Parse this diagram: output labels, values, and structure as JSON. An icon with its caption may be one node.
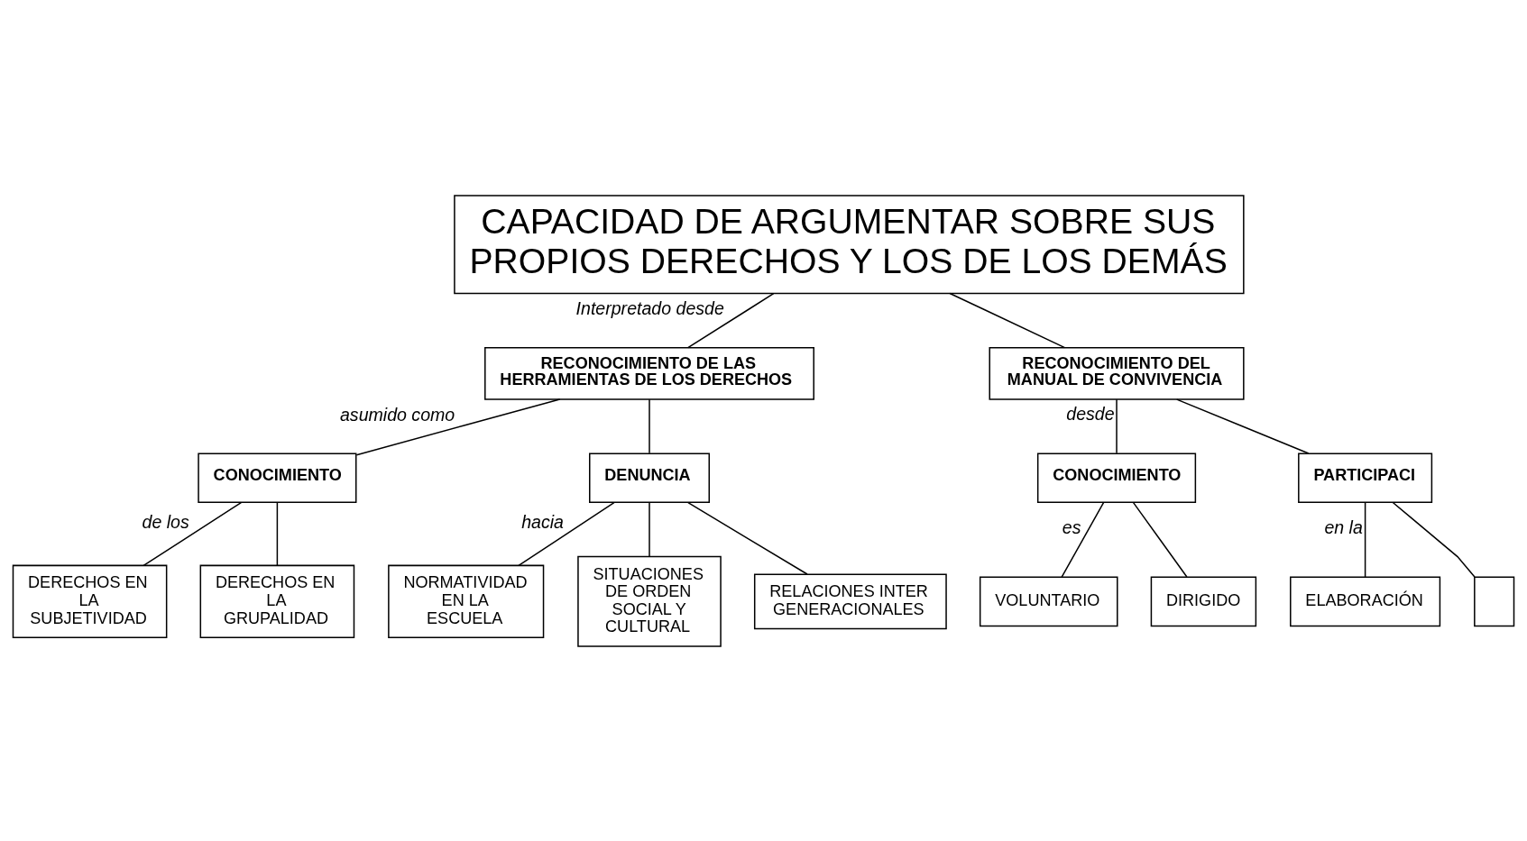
{
  "diagram": {
    "nodes": [
      {
        "text": [
          "CAPACIDAD DE ARGUMENTAR SOBRE SUS PROPIOS DERECHOS Y LOS DE LOS DEMÁS"
        ]
      },
      {
        "text": [
          "RECONOCIMIENTO DE LAS HERRAMIENTAS DE LOS DERECHOS"
        ]
      },
      {
        "text": [
          "RECONOCIMIENTO DEL MANUAL DE CONVIVENCIA"
        ]
      },
      {
        "text": [
          "CONOCIMIENTO"
        ]
      },
      {
        "text": [
          "DENUNCIA"
        ]
      },
      {
        "text": [
          "CONOCIMIENTO"
        ]
      },
      {
        "text": [
          "PARTICIPACI"
        ]
      },
      {
        "text": [
          "DERECHOS EN LA SUBJETIVIDAD"
        ]
      },
      {
        "text": [
          "DERECHOS EN LA GRUPALIDAD"
        ]
      },
      {
        "text": [
          "NORMATIVIDAD EN LA ESCUELA"
        ]
      },
      {
        "text": [
          "SITUACIONES DE ORDEN SOCIAL Y CULTURAL"
        ]
      },
      {
        "text": [
          "ELABORACIÓN"
        ]
      },
      {
        "text": [],
        "shape": "box"
      },
      {
        "text": [
          "VOLUNTARIO"
        ]
      },
      {
        "text": [
          "DIRIGIDO"
        ]
      },
      {
        "text": [
          "RELACIONES INTERGENERACIONALES"
        ]
      }
    ],
    "edges": [
      {
        "from": 0,
        "to": 1,
        "arrow": "none",
        "label": "Interpretado desde"
      },
      {
        "from": 0,
        "to": 2,
        "arrow": "none"
      },
      {
        "from": 1,
        "to": 3,
        "arrow": "none",
        "label": "asumido como"
      },
      {
        "from": 1,
        "to": 4,
        "arrow": "none"
      },
      {
        "from": 3,
        "to": 7,
        "arrow": "none",
        "label": "de los"
      },
      {
        "from": 3,
        "to": 8,
        "arrow": "none"
      },
      {
        "from": 4,
        "to": 9,
        "arrow": "none",
        "label": "hacia"
      },
      {
        "from": 4,
        "to": 10,
        "arrow": "none"
      },
      {
        "from": 4,
        "to": 15,
        "arrow": "none"
      },
      {
        "from": 2,
        "to": 5,
        "arrow": "none",
        "label": "desde"
      },
      {
        "from": 2,
        "to": 6,
        "arrow": "none"
      },
      {
        "from": 5,
        "to": 13,
        "arrow": "none",
        "label": "es"
      },
      {
        "from": 5,
        "to": 14,
        "arrow": "none"
      },
      {
        "from": 6,
        "to": 11,
        "arrow": "none",
        "label": "en la"
      },
      {
        "from": 6,
        "to": 12,
        "arrow": "none"
      }
    ]
  }
}
